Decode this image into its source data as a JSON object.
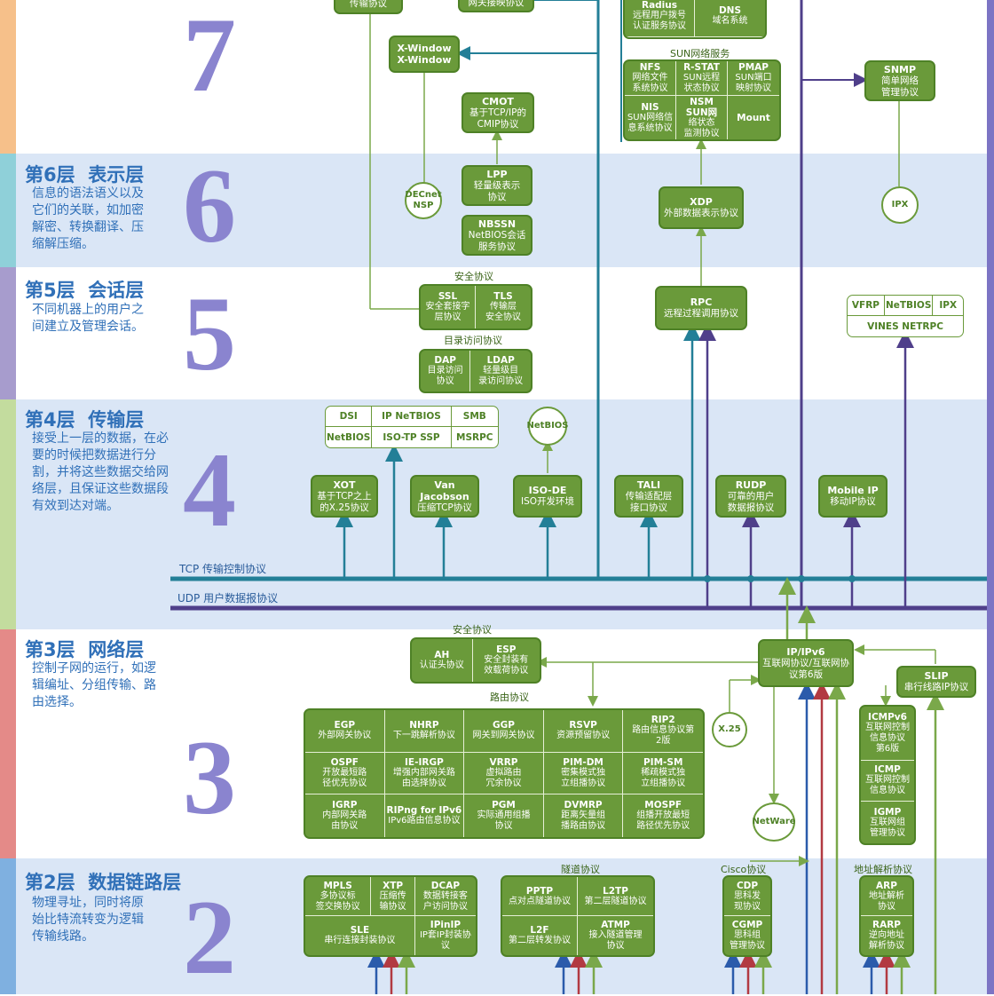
{
  "colors": {
    "teal": "#237f97",
    "purple": "#4f3f8a",
    "green": "#7aa84a",
    "blue": "#2b5bab",
    "red": "#b23a42"
  },
  "layers": [
    {
      "num": "7"
    },
    {
      "num": "6",
      "title": "第6层  表示层",
      "desc": [
        "信息的语法语义以及",
        "它们的关联，如加密",
        "解密、转换翻译、压",
        "缩解压缩。"
      ]
    },
    {
      "num": "5",
      "title": "第5层  会话层",
      "desc": [
        "不同机器上的用户之",
        "间建立及管理会话。"
      ]
    },
    {
      "num": "4",
      "title": "第4层  传输层",
      "desc": [
        "接受上一层的数据，在必",
        "要的时候把数据进行分",
        "割，并将这些数据交给网",
        "络层，且保证这些数据段",
        "有效到达对端。"
      ]
    },
    {
      "num": "3",
      "title": "第3层  网络层",
      "desc": [
        "控制子网的运行，如逻",
        "辑编址、分组传输、路",
        "由选择。"
      ]
    },
    {
      "num": "2",
      "title": "第2层  数据链路层",
      "desc": [
        "物理寻址，同时将原",
        "始比特流转变为逻辑",
        "传输线路。"
      ]
    }
  ],
  "group_labels": {
    "sun": "SUN网络服务",
    "security5": "安全协议",
    "directory": "目录访问协议",
    "security3": "安全协议",
    "routing": "路由协议",
    "tunnel": "隧道协议",
    "cisco": "Cisco协议",
    "addr": "地址解析协议"
  },
  "bus": {
    "tcp": "TCP 传输控制协议",
    "udp": "UDP 用户数据报协议"
  },
  "l7": {
    "top1": "传输协议",
    "top2": "网关接映协议",
    "xwin": {
      "a": "X-Window",
      "b": "X-Window"
    },
    "cmot": {
      "a": "CMOT",
      "b": "基于TCP/IP的",
      "c": "CMIP协议"
    },
    "radius": {
      "a": "Radius",
      "b": "远程用户拨号",
      "c": "认证服务协议"
    },
    "dns": {
      "a": "DNS",
      "b": "域名系统"
    },
    "snmp": {
      "a": "SNMP",
      "b": "简单网络",
      "c": "管理协议"
    },
    "sun": [
      {
        "a": "NFS",
        "b": "网络文件",
        "c": "系统协议"
      },
      {
        "a": "R-STAT",
        "b": "SUN远程",
        "c": "状态协议"
      },
      {
        "a": "PMAP",
        "b": "SUN端口",
        "c": "映射协议"
      },
      {
        "a": "NIS",
        "b": "SUN网络信",
        "c": "息系统协议"
      },
      {
        "a": "NSM SUN网",
        "b": "络状态",
        "c": "监测协议"
      },
      {
        "a": "Mount",
        "b": "",
        "c": ""
      }
    ]
  },
  "l6": {
    "lpp": {
      "a": "LPP",
      "b": "轻量级表示",
      "c": "协议"
    },
    "nbssn": {
      "a": "NBSSN",
      "b": "NetBIOS会话",
      "c": "服务协议"
    },
    "decnet": {
      "a": "DECnet",
      "b": "NSP"
    },
    "xdp": {
      "a": "XDP",
      "b": "外部数据表示协议"
    },
    "ipx": "IPX"
  },
  "l5": {
    "ssl": {
      "a": "SSL",
      "b": "安全套接字",
      "c": "层协议"
    },
    "tls": {
      "a": "TLS",
      "b": "传输层",
      "c": "安全协议"
    },
    "dap": {
      "a": "DAP",
      "b": "目录访问",
      "c": "协议"
    },
    "ldap": {
      "a": "LDAP",
      "b": "轻量级目",
      "c": "录访问协议"
    },
    "rpc": {
      "a": "RPC",
      "b": "远程过程调用协议"
    },
    "vfrp": [
      "VFRP",
      "NeTBIOS",
      "IPX"
    ],
    "vines": "VINES NETRPC"
  },
  "l4": {
    "white": [
      "DSI",
      "IP NeTBIOS",
      "SMB",
      "NetBIOS",
      "ISO-TP SSP",
      "MSRPC"
    ],
    "netbios": "NetBIOS",
    "xot": {
      "a": "XOT",
      "b": "基于TCP之上",
      "c": "的X.25协议"
    },
    "vj": {
      "a": "Van Jacobson",
      "b": "压缩TCP协议"
    },
    "isode": {
      "a": "ISO-DE",
      "b": "ISO开发环境"
    },
    "tali": {
      "a": "TALI",
      "b": "传输适配层",
      "c": "接口协议"
    },
    "rudp": {
      "a": "RUDP",
      "b": "可靠的用户",
      "c": "数据报协议"
    },
    "mip": {
      "a": "Mobile IP",
      "b": "移动IP协议"
    }
  },
  "l3": {
    "ah": {
      "a": "AH",
      "b": "认证头协议"
    },
    "esp": {
      "a": "ESP",
      "b": "安全封装有",
      "c": "效载荷协议"
    },
    "ip": {
      "a": "IP/IPv6",
      "b": "互联网协议/互联网协",
      "c": "议第6版"
    },
    "slip": {
      "a": "SLIP",
      "b": "串行线路IP协议"
    },
    "x25": "X.25",
    "netware": "NetWare",
    "routing": [
      {
        "a": "EGP",
        "b": "外部网关协议",
        "c": ""
      },
      {
        "a": "NHRP",
        "b": "下一跳解析协议",
        "c": ""
      },
      {
        "a": "GGP",
        "b": "网关到网关协议",
        "c": ""
      },
      {
        "a": "RSVP",
        "b": "资源预留协议",
        "c": ""
      },
      {
        "a": "RIP2",
        "b": "路由信息协议第",
        "c": "2版"
      },
      {
        "a": "OSPF",
        "b": "开放最短路",
        "c": "径优先协议"
      },
      {
        "a": "IE-IRGP",
        "b": "增强内部网关路",
        "c": "由选择协议"
      },
      {
        "a": "VRRP",
        "b": "虚拟路由",
        "c": "冗余协议"
      },
      {
        "a": "PIM-DM",
        "b": "密集模式独",
        "c": "立组播协议"
      },
      {
        "a": "PIM-SM",
        "b": "稀疏模式独",
        "c": "立组播协议"
      },
      {
        "a": "IGRP",
        "b": "内部网关路",
        "c": "由协议"
      },
      {
        "a": "RIPng for IPv6",
        "b": "IPv6路由信息协议",
        "c": ""
      },
      {
        "a": "PGM",
        "b": "实际通用组播",
        "c": "协议"
      },
      {
        "a": "DVMRP",
        "b": "距离矢量组",
        "c": "播路由协议"
      },
      {
        "a": "MOSPF",
        "b": "组播开放最短",
        "c": "路径优先协议"
      }
    ],
    "icmp": [
      {
        "a": "ICMPv6",
        "b": "互联网控制",
        "c": "信息协议",
        "d": "第6版"
      },
      {
        "a": "ICMP",
        "b": "互联网控制",
        "c": "信息协议",
        "d": ""
      },
      {
        "a": "IGMP",
        "b": "互联网组",
        "c": "管理协议",
        "d": ""
      }
    ]
  },
  "l2": {
    "g1": [
      {
        "a": "MPLS",
        "b": "多协议标",
        "c": "签交换协议"
      },
      {
        "a": "XTP",
        "b": "压缩传",
        "c": "输协议"
      },
      {
        "a": "DCAP",
        "b": "数据转接客",
        "c": "户访问协议"
      },
      {
        "a": "SLE",
        "b": "串行连接封装协议",
        "c": ""
      },
      {
        "a": "IPinIP",
        "b": "IP套IP封装协议",
        "c": ""
      }
    ],
    "g2": [
      {
        "a": "PPTP",
        "b": "点对点隧道协议",
        "c": ""
      },
      {
        "a": "L2TP",
        "b": "第二层隧道协议",
        "c": ""
      },
      {
        "a": "L2F",
        "b": "第二层转发协议",
        "c": ""
      },
      {
        "a": "ATMP",
        "b": "接入隧道管理",
        "c": "协议"
      }
    ],
    "cdp": {
      "a": "CDP",
      "b": "思科发",
      "c": "现协议"
    },
    "cgmp": {
      "a": "CGMP",
      "b": "思科组",
      "c": "管理协议"
    },
    "arp": {
      "a": "ARP",
      "b": "地址解析",
      "c": "协议"
    },
    "rarp": {
      "a": "RARP",
      "b": "逆向地址",
      "c": "解析协议"
    }
  }
}
